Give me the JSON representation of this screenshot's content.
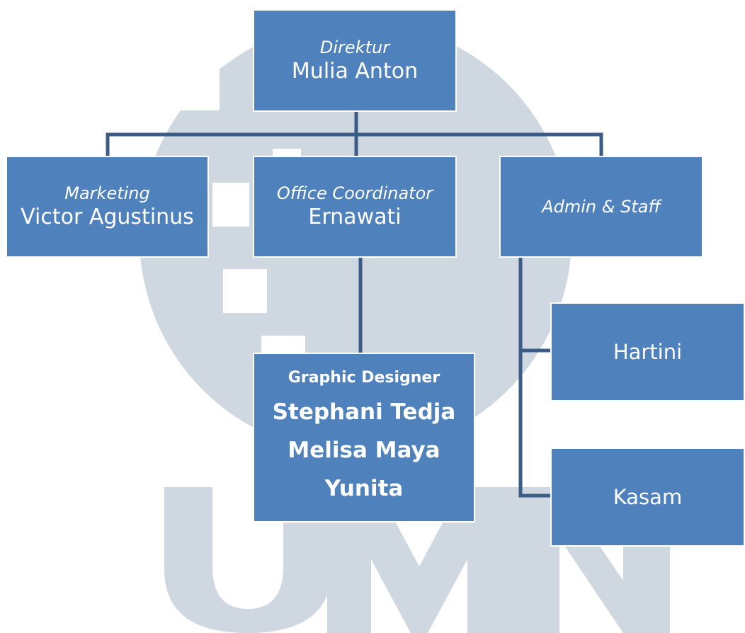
{
  "watermark": {
    "letters": "UMN",
    "color": "#cfd7e0"
  },
  "colors": {
    "box_fill": "#4f81bd",
    "connector": "#3a5c86",
    "text": "#ffffff"
  },
  "director": {
    "role": "Direktur",
    "name": "Mulia Anton"
  },
  "marketing": {
    "role": "Marketing",
    "name": "Victor Agustinus"
  },
  "office_coordinator": {
    "role": "Office Coordinator",
    "name": "Ernawati"
  },
  "admin_staff": {
    "role": "Admin & Staff"
  },
  "graphic_designer": {
    "role": "Graphic Designer",
    "names": [
      "Stephani Tedja",
      "Melisa Maya",
      "Yunita"
    ]
  },
  "staff": [
    "Hartini",
    "Kasam"
  ]
}
